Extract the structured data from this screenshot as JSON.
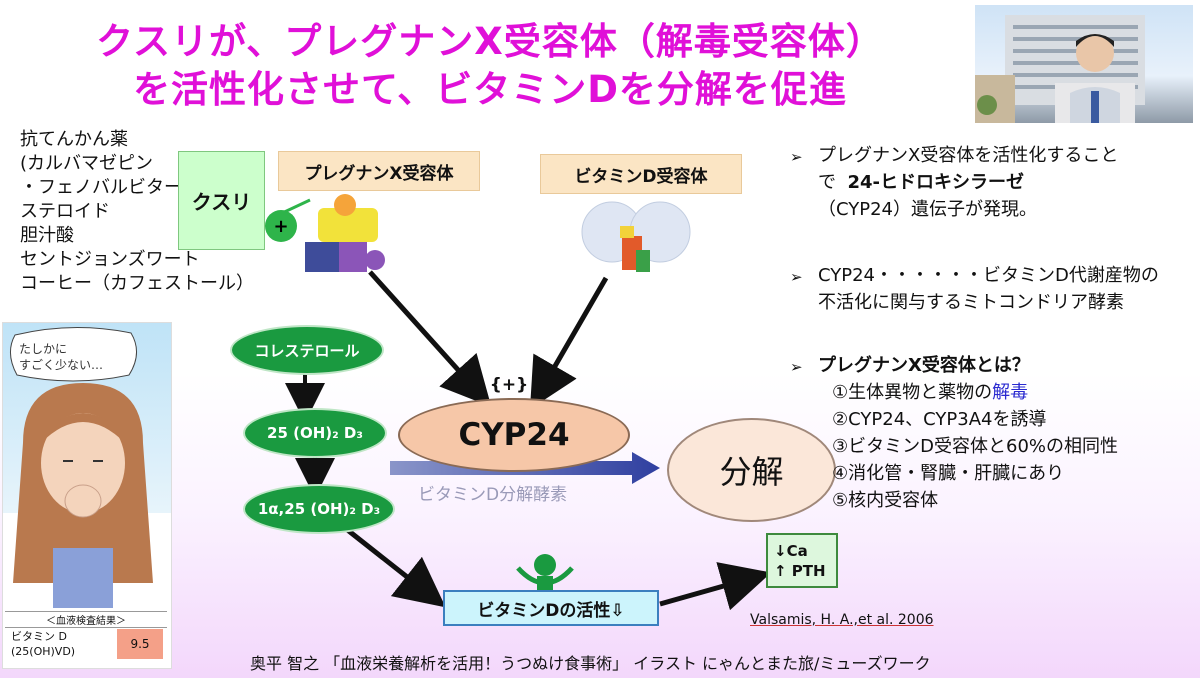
{
  "title": {
    "line1": "クスリが、プレグナンX受容体（解毒受容体）",
    "line2": "を活性化させて、ビタミンDを分解を促進"
  },
  "drugs": [
    "抗てんかん薬",
    "(カルバマゼピン",
    "・フェノバルビタール)",
    "ステロイド",
    "胆汁酸",
    "セントジョンズワート",
    "コーヒー（カフェストール）"
  ],
  "diagram": {
    "kusuri": "クスリ",
    "plus": "+",
    "pxr_label": "プレグナンX受容体",
    "vdr_label": "ビタミンD受容体",
    "cholesterol": "コレステロール",
    "d25": "25 (OH)₂ D₃",
    "d1a25": "1α,25 (OH)₂ D₃",
    "cyp24": "CYP24",
    "plus_bracket": "{+}",
    "breakdown": "分解",
    "enzyme": "ビタミンD分解酵素",
    "vitd_activity": "ビタミンDの活性⇩",
    "ca": "↓Ca",
    "pth": "↑ PTH"
  },
  "right": {
    "p1_l1": "プレグナンX受容体を活性化すること",
    "p1_l2a": "で",
    "p1_l2b": "24-ヒドロキシラーゼ",
    "p1_l3": "（CYP24）遺伝子が発現。",
    "p2_l1": "CYP24・・・・・・ビタミンD代謝産物の",
    "p2_l2": "不活化に関与するミトコンドリア酵素",
    "p3_head": "プレグナンX受容体とは？",
    "p3_items": [
      "①生体異物と薬物の解毒",
      "②CYP24、CYP3A4を誘導",
      "③ビタミンD受容体と60%の相同性",
      "④消化管・腎臓・肝臓にあり",
      "⑤核内受容体"
    ],
    "bullet": "➢"
  },
  "citation": "Valsamis, H. A.,et al. 2006",
  "credit": "奥平 智之 「血液栄養解析を活用！うつぬけ食事術」 イラスト にゃんとまた旅/ミューズワーク",
  "illustration": {
    "bubble1": "たしかに",
    "bubble2": "すごく少ない…",
    "blood_header": "＜血液検査結果＞",
    "blood_label1": "ビタミン D",
    "blood_label2": "(25(OH)VD)",
    "blood_value": "9.5"
  },
  "colors": {
    "title": "#e010d8",
    "pill_green": "#1a9a40",
    "arrow_blue": "#2f3fa0"
  }
}
